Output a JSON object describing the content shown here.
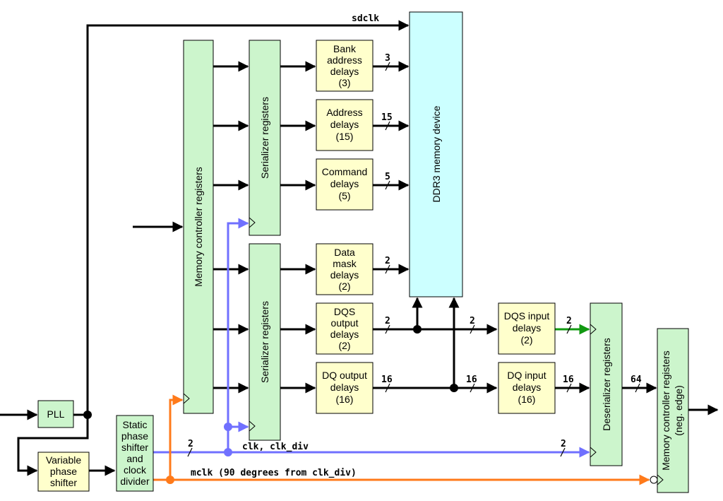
{
  "blocks": {
    "pll": "PLL",
    "variable_phase_shifter": [
      "Variable",
      "phase",
      "shifter"
    ],
    "static_phase_shifter": [
      "Static",
      "phase",
      "shifter",
      "and",
      "clock",
      "divider"
    ],
    "memory_controller_registers": "Memory controller registers",
    "serializer_registers_top": "Serializer registers",
    "serializer_registers_bottom": "Serializer registers",
    "bank_address_delays": [
      "Bank",
      "address",
      "delays",
      "(3)"
    ],
    "address_delays": [
      "Address",
      "delays",
      "(15)"
    ],
    "command_delays": [
      "Command",
      "delays",
      "(5)"
    ],
    "data_mask_delays": [
      "Data",
      "mask",
      "delays",
      "(2)"
    ],
    "dqs_output_delays": [
      "DQS",
      "output",
      "delays",
      "(2)"
    ],
    "dq_output_delays": [
      "DQ output",
      "delays",
      "(16)"
    ],
    "ddr3_memory_device": "DDR3 memory  device",
    "dqs_input_delays": [
      "DQS input",
      "delays",
      "(2)"
    ],
    "dq_input_delays": [
      "DQ input",
      "delays",
      "(16)"
    ],
    "deserializer_registers": "Deserializer registers",
    "memory_controller_registers_neg": [
      "Memory controller registers",
      "(neg. edge)"
    ]
  },
  "signals": {
    "sdclk": "sdclk",
    "clk": "clk, clk_div",
    "mclk": "mclk (90 degrees from clk_div)"
  },
  "bus_widths": {
    "bank_address": "3",
    "address": "15",
    "command": "5",
    "data_mask": "2",
    "dqs_out": "2",
    "dq_out": "16",
    "dqs_in": "2",
    "dq_in": "16",
    "dqs_deser": "2",
    "dq_deser": "16",
    "deser_out": "64",
    "clk_bus_left": "2",
    "clk_bus_right": "2"
  },
  "colors": {
    "register_fill": "#ccf5cc",
    "delay_fill": "#ffffcc",
    "memory_fill": "#ccffff",
    "clk_wire": "#7070ff",
    "mclk_wire": "#ff7a1a",
    "dqs_wire": "#119911"
  }
}
